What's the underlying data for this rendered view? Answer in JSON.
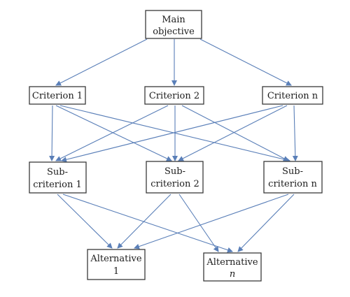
{
  "diagram": {
    "top": {
      "lines": [
        "Main",
        "objective"
      ]
    },
    "criteria": [
      {
        "lines": [
          "Criterion 1"
        ]
      },
      {
        "lines": [
          "Criterion 2"
        ]
      },
      {
        "lines": [
          "Criterion n"
        ]
      }
    ],
    "subcriteria": [
      {
        "lines": [
          "Sub-",
          "criterion 1"
        ]
      },
      {
        "lines": [
          "Sub-",
          "criterion 2"
        ]
      },
      {
        "lines": [
          "Sub-",
          "criterion n"
        ]
      }
    ],
    "alternatives": [
      {
        "lines": [
          "Alternative",
          "1"
        ]
      },
      {
        "lines": [
          "Alternative",
          "n"
        ]
      }
    ]
  },
  "colors": {
    "edge": "#5a7fb8",
    "box_border": "#3a3a3a"
  }
}
